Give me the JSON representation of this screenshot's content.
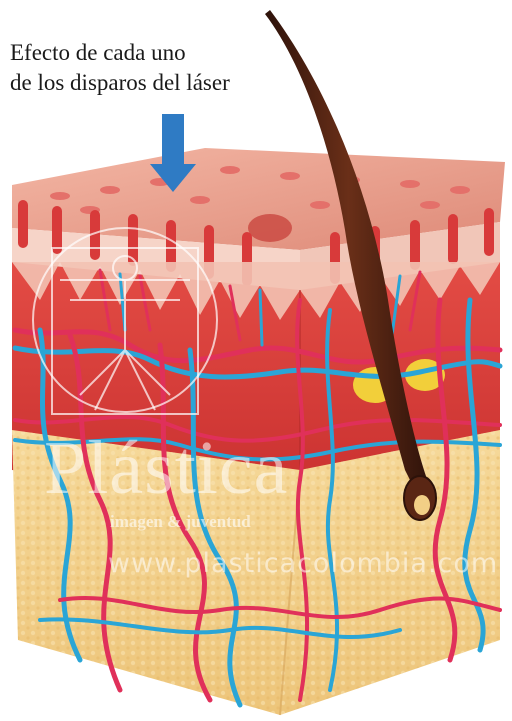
{
  "caption": {
    "line1": "Efecto de cada uno",
    "line2": "de los disparos del láser"
  },
  "watermark": {
    "brand": "Plástica",
    "tagline": "imagen & juventud",
    "url": "www.plasticacolombia.com"
  },
  "colors": {
    "epidermis_top": "#e9a08c",
    "epidermis_light": "#f6d4c8",
    "dermis": "#d8403c",
    "fat": "#f2cf86",
    "artery": "#e0305a",
    "vein": "#2aa5d6",
    "hair": "#4a1f12",
    "arrow": "#2f7bc4"
  },
  "icons": [
    "down-arrow-icon",
    "vitruvian-man-icon"
  ]
}
